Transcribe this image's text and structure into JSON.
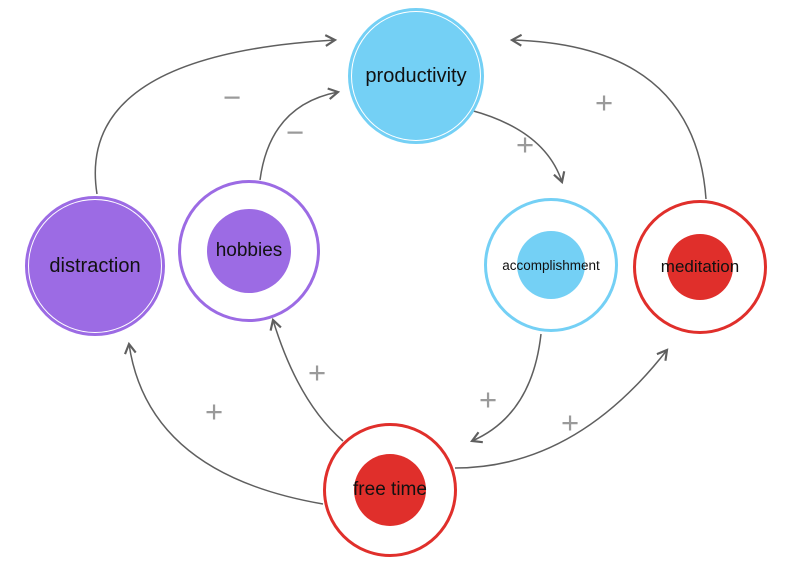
{
  "diagram": {
    "nodes": [
      {
        "id": "productivity",
        "label": "productivity",
        "color": "blue",
        "style": "filled"
      },
      {
        "id": "distraction",
        "label": "distraction",
        "color": "purple",
        "style": "filled"
      },
      {
        "id": "hobbies",
        "label": "hobbies",
        "color": "purple",
        "style": "ring"
      },
      {
        "id": "accomplishment",
        "label": "accomplishment",
        "color": "blue",
        "style": "ring"
      },
      {
        "id": "meditation",
        "label": "meditation",
        "color": "red",
        "style": "ring"
      },
      {
        "id": "free_time",
        "label": "free time",
        "color": "red",
        "style": "ring"
      }
    ],
    "edges": [
      {
        "from": "distraction",
        "to": "productivity",
        "sign": "−"
      },
      {
        "from": "hobbies",
        "to": "productivity",
        "sign": "−"
      },
      {
        "from": "meditation",
        "to": "productivity",
        "sign": "+"
      },
      {
        "from": "productivity",
        "to": "accomplishment",
        "sign": "+"
      },
      {
        "from": "accomplishment",
        "to": "free time",
        "sign": "+"
      },
      {
        "from": "free time",
        "to": "meditation",
        "sign": "+"
      },
      {
        "from": "free time",
        "to": "hobbies",
        "sign": "+"
      },
      {
        "from": "free time",
        "to": "distraction",
        "sign": "+"
      }
    ],
    "colors": {
      "blue": "#74d0f5",
      "purple": "#9c6be4",
      "red": "#e02f2b",
      "arrow": "#5f5f5f",
      "sign": "#9a9a9a",
      "label": "#111111"
    }
  }
}
